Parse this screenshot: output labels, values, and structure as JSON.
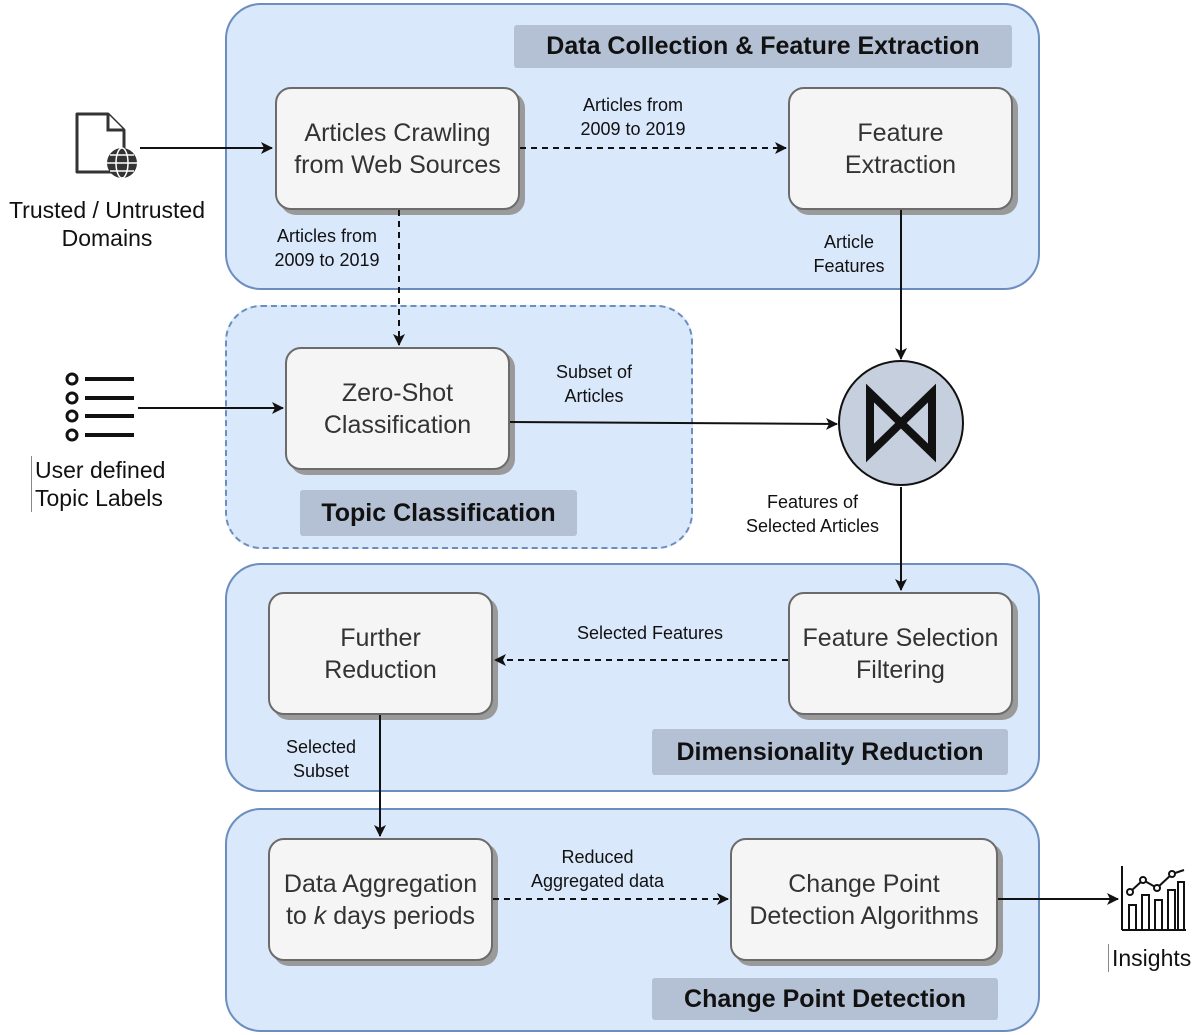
{
  "groups": {
    "data_collection": "Data Collection & Feature Extraction",
    "topic_classification": "Topic Classification",
    "dimensionality_reduction": "Dimensionality Reduction",
    "change_point_detection": "Change Point Detection"
  },
  "nodes": {
    "crawling": [
      "Articles Crawling",
      "from Web Sources"
    ],
    "feature_extraction": [
      "Feature",
      "Extraction"
    ],
    "zero_shot": [
      "Zero-Shot",
      "Classification"
    ],
    "further_reduction": [
      "Further",
      "Reduction"
    ],
    "feature_selection": [
      "Feature Selection",
      "Filtering"
    ],
    "aggregation": {
      "line1": "Data Aggregation",
      "line2_pre": "to ",
      "line2_k": "k",
      "line2_post": " days periods"
    },
    "change_point": [
      "Change Point",
      "Detection Algorithms"
    ]
  },
  "external": {
    "domains": [
      "Trusted / Untrusted",
      "Domains"
    ],
    "topic_labels": [
      "User defined",
      "Topic Labels"
    ],
    "insights": "Insights"
  },
  "edge_labels": {
    "articles_right": [
      "Articles from",
      "2009 to 2019"
    ],
    "articles_down": [
      "Articles from",
      "2009 to 2019"
    ],
    "article_features": [
      "Article",
      "Features"
    ],
    "subset": [
      "Subset of",
      "Articles"
    ],
    "features_selected": [
      "Features of",
      "Selected Articles"
    ],
    "selected_features": "Selected Features",
    "selected_subset": [
      "Selected",
      "Subset"
    ],
    "reduced": [
      "Reduced",
      "Aggregated data"
    ]
  },
  "icons": {
    "document": "document-globe-icon",
    "list": "bullet-list-icon",
    "join": "join-bowtie-icon",
    "chart": "chart-insights-icon"
  },
  "colors": {
    "group_fill": "#dae8fc",
    "group_stroke": "#6c8ebf",
    "tag_fill": "#b4c1d4",
    "node_fill": "#f5f5f5",
    "join_fill": "#c5cfdd"
  }
}
